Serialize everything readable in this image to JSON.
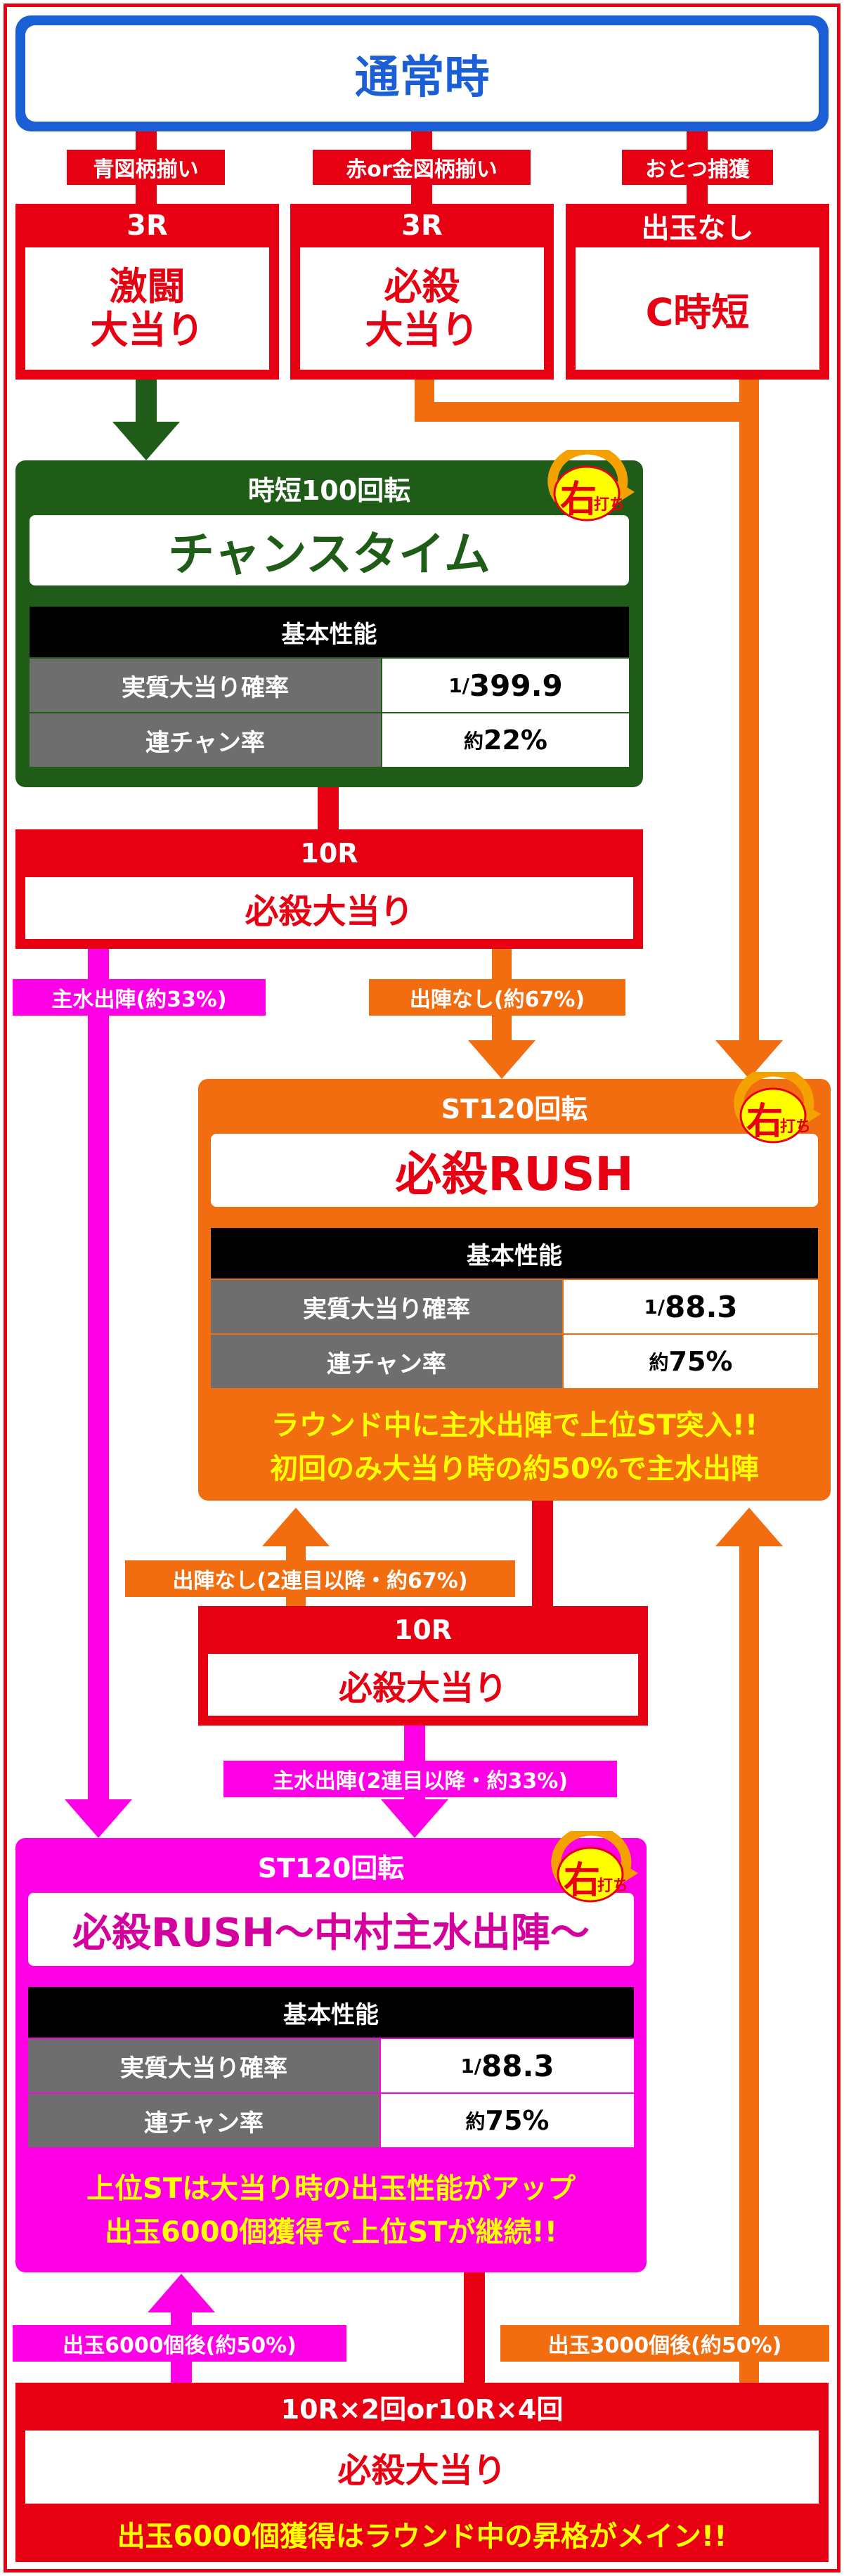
{
  "top": {
    "title": "通常時"
  },
  "branches": {
    "blue": "青図柄揃い",
    "redgold": "赤or金図柄揃い",
    "otoitsu": "おとつ捕獲"
  },
  "boxes": [
    {
      "header": "3R",
      "line1": "激闘",
      "line2": "大当り"
    },
    {
      "header": "3R",
      "line1": "必殺",
      "line2": "大当り"
    },
    {
      "header": "出玉なし",
      "line1": "C時短",
      "line2": ""
    }
  ],
  "chance": {
    "header": "時短100回転",
    "title": "チャンスタイム",
    "table_title": "基本性能",
    "row1_label": "実質大当り確率",
    "row1_pre": "1/",
    "row1_value": "399.9",
    "row2_label": "連チャン率",
    "row2_pre": "約",
    "row2_value": "22%"
  },
  "hit1": {
    "header": "10R",
    "title": "必殺大当り"
  },
  "labels": {
    "shusui33": "主水出陣(約33%)",
    "nashi67": "出陣なし(約67%)",
    "nashi67_2": "出陣なし(2連目以降・約67%)",
    "shusui33_2": "主水出陣(2連目以降・約33%)",
    "out6000": "出玉6000個後(約50%)",
    "out3000": "出玉3000個後(約50%)"
  },
  "rush": {
    "header": "ST120回転",
    "title": "必殺RUSH",
    "table_title": "基本性能",
    "row1_label": "実質大当り確率",
    "row1_pre": "1/",
    "row1_value": "88.3",
    "row2_label": "連チャン率",
    "row2_pre": "約",
    "row2_value": "75%",
    "note1": "ラウンド中に主水出陣で上位ST突入!!",
    "note2": "初回のみ大当り時の約50%で主水出陣"
  },
  "hit2": {
    "header": "10R",
    "title": "必殺大当り"
  },
  "rush2": {
    "header": "ST120回転",
    "title": "必殺RUSH〜中村主水出陣〜",
    "table_title": "基本性能",
    "row1_label": "実質大当り確率",
    "row1_pre": "1/",
    "row1_value": "88.3",
    "row2_label": "連チャン率",
    "row2_pre": "約",
    "row2_value": "75%",
    "note1": "上位STは大当り時の出玉性能がアップ",
    "note2": "出玉6000個獲得で上位STが継続!!"
  },
  "hit3": {
    "header": "10R×2回or10R×4回",
    "title": "必殺大当り",
    "note": "出玉6000個獲得はラウンド中の昇格がメイン!!"
  },
  "badge": {
    "big": "右",
    "small": "打ち"
  },
  "colors": {
    "red": "#e60012",
    "blue": "#1a5fd6",
    "green": "#1e5c17",
    "orange": "#f26d10",
    "magenta": "#ff00e6",
    "yellow": "#ffff00"
  }
}
